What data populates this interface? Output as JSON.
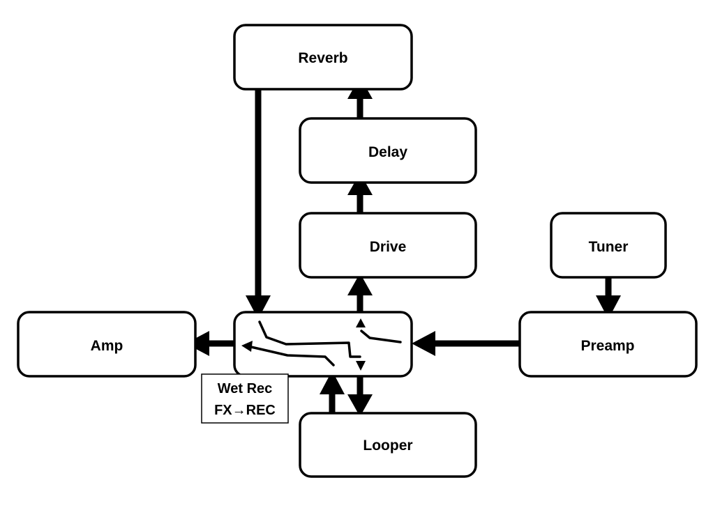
{
  "nodes": {
    "reverb": "Reverb",
    "delay": "Delay",
    "drive": "Drive",
    "tuner": "Tuner",
    "amp": "Amp",
    "preamp": "Preamp",
    "looper": "Looper"
  },
  "note": {
    "line1": "Wet Rec",
    "line2": "FX→REC"
  }
}
